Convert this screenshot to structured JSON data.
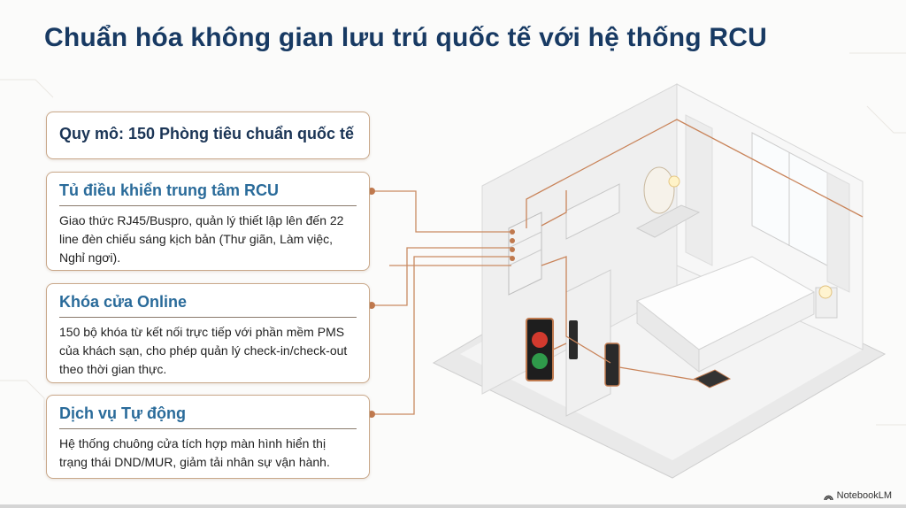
{
  "title": "Chuẩn hóa không gian lưu trú quốc tế với hệ thống RCU",
  "scale": "Quy mô: 150 Phòng tiêu chuẩn quốc tế",
  "features": [
    {
      "heading": "Tủ điều khiển trung tâm RCU",
      "body": "Giao thức RJ45/Buspro, quản lý thiết lập lên đến 22 line đèn chiếu sáng kịch bản (Thư giãn, Làm việc, Nghỉ ngơi)."
    },
    {
      "heading": "Khóa cửa Online",
      "body": "150 bộ khóa từ kết nối trực tiếp với phần mềm PMS của khách sạn, cho phép quản lý check-in/check-out theo thời gian thực."
    },
    {
      "heading": "Dịch vụ Tự động",
      "body": "Hệ thống chuông cửa tích hợp màn hình hiển thị trạng thái DND/MUR, giảm tải nhân sự vận hành."
    }
  ],
  "brand": "NotebookLM",
  "colors": {
    "title": "#183a63",
    "heading": "#2a6b9a",
    "accent": "#c07a4f",
    "border": "#c9a88a"
  }
}
